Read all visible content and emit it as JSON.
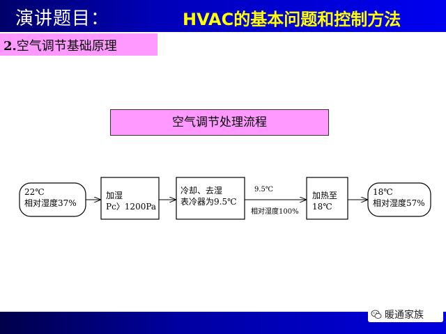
{
  "header": {
    "label": "演讲题目：",
    "title": "HVAC的基本问题和控制方法"
  },
  "section": {
    "number": "2.",
    "title": "空气调节基础原理"
  },
  "process": {
    "title": "空气调节处理流程",
    "nodes": [
      {
        "line1": "22℃",
        "line2": "相对湿度37%"
      },
      {
        "line1": "加湿",
        "line2": "Pc〉1200Pa"
      },
      {
        "line1": "冷却、去湿",
        "line2": "表冷器为9.5℃"
      },
      {
        "line1": "加热至",
        "line2": "18℃"
      },
      {
        "line1": "18℃",
        "line2": "相对湿度57%"
      }
    ],
    "arrow_label_top": "9.5℃",
    "arrow_label_bottom": "相对湿度100%"
  },
  "brand": {
    "text": "暖通家族",
    "icon": "wechat-icon"
  },
  "colors": {
    "header_blue": "#0000f0",
    "title_yellow": "#ffff00",
    "section_pink": "#ff99ff",
    "footer_blue": "#0000a0"
  }
}
